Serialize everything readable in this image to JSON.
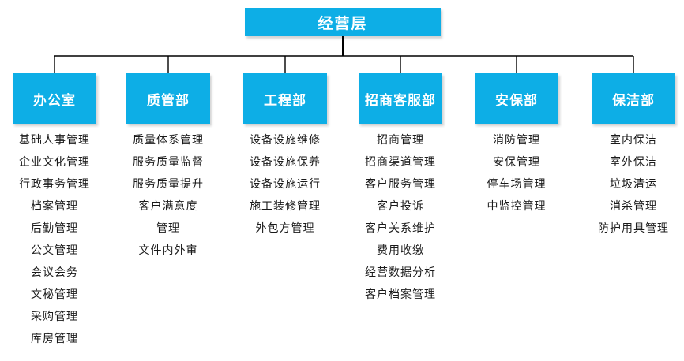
{
  "colors": {
    "box": "#0daee6",
    "box_text": "#ffffff",
    "item_text": "#1a1a1a",
    "connector": "#000000"
  },
  "root": {
    "label": "经营层"
  },
  "departments": [
    {
      "name": "办公室",
      "items": [
        "基础人事管理",
        "企业文化管理",
        "行政事务管理",
        "档案管理",
        "后勤管理",
        "公文管理",
        "会议会务",
        "文秘管理",
        "采购管理",
        "库房管理"
      ]
    },
    {
      "name": "质管部",
      "items": [
        "质量体系管理",
        "服务质量监督",
        "服务质量提升",
        "客户满意度",
        "管理",
        "文件内外审"
      ]
    },
    {
      "name": "工程部",
      "items": [
        "设备设施维修",
        "设备设施保养",
        "设备设施运行",
        "施工装修管理",
        "外包方管理"
      ]
    },
    {
      "name": "招商客服部",
      "items": [
        "招商管理",
        "招商渠道管理",
        "客户服务管理",
        "客户投诉",
        "客户关系维护",
        "费用收缴",
        "经营数据分析",
        "客户档案管理"
      ]
    },
    {
      "name": "安保部",
      "items": [
        "消防管理",
        "安保管理",
        "停车场管理",
        "中监控管理"
      ]
    },
    {
      "name": "保洁部",
      "items": [
        "室内保洁",
        "室外保洁",
        "垃圾清运",
        "消杀管理",
        "防护用具管理"
      ]
    }
  ]
}
